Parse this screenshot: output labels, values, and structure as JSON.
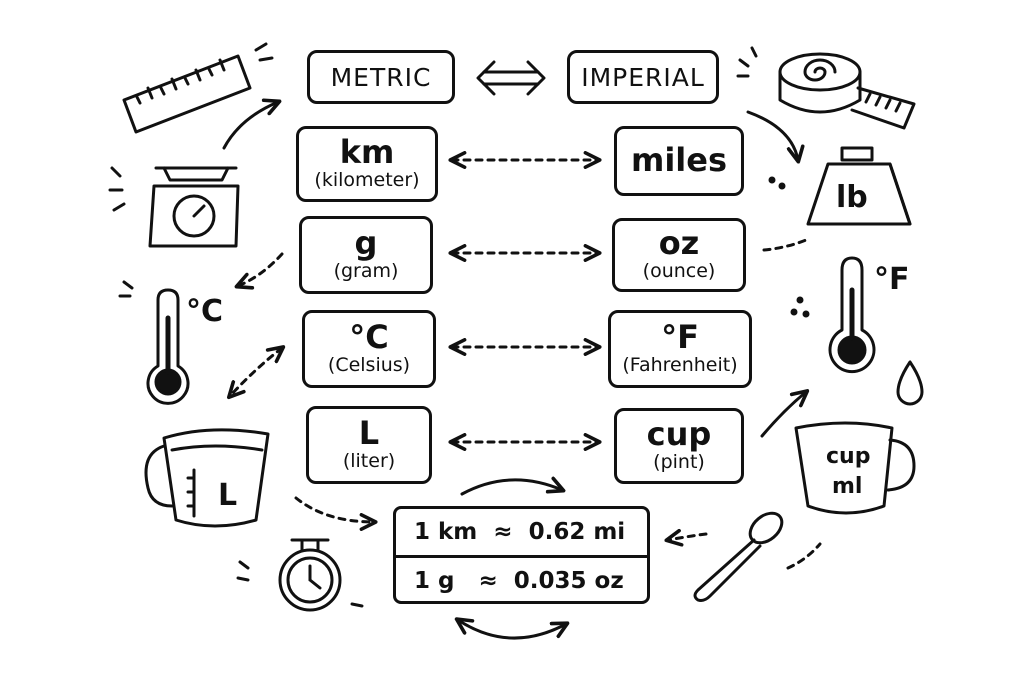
{
  "headers": {
    "metric": "METRIC",
    "imperial": "IMPERIAL"
  },
  "pairs": [
    {
      "metric_unit": "km",
      "metric_name": "(kilometer)",
      "imperial_unit": "miles",
      "imperial_name": ""
    },
    {
      "metric_unit": "g",
      "metric_name": "(gram)",
      "imperial_unit": "oz",
      "imperial_name": "(ounce)"
    },
    {
      "metric_unit": "°C",
      "metric_name": "(Celsius)",
      "imperial_unit": "°F",
      "imperial_name": "(Fahrenheit)"
    },
    {
      "metric_unit": "L",
      "metric_name": "(liter)",
      "imperial_unit": "cup",
      "imperial_name": "(pint)"
    }
  ],
  "conversions": [
    "1 km  ≈  0.62 mi",
    "1 g   ≈  0.035 oz"
  ],
  "icon_labels": {
    "weight": "lb",
    "celsius_thermometer": "°C",
    "fahrenheit_thermometer": "°F",
    "metric_jug": "L",
    "imperial_cup_top": "cup",
    "imperial_cup_bottom": "ml"
  },
  "icons": [
    "ruler-icon",
    "kitchen-scale-icon",
    "tape-measure-icon",
    "weight-icon",
    "thermometer-icon",
    "measuring-jug-icon",
    "stopwatch-icon",
    "spoon-icon",
    "water-drop-icon",
    "measuring-cup-icon"
  ]
}
